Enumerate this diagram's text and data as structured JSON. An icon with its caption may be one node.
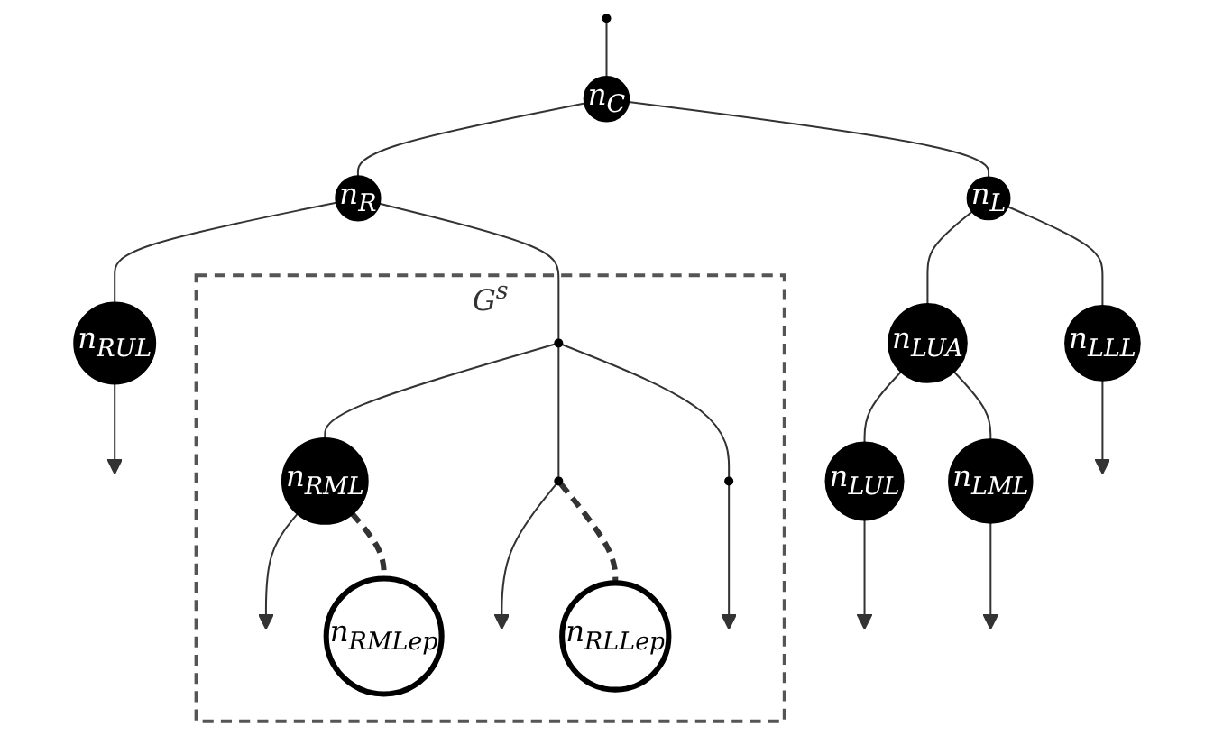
{
  "diagram": {
    "nodes": [
      {
        "text": [
          "G$^{s}$"
        ]
      },
      {
        "text": [],
        "shape": "circle"
      },
      {
        "text": [
          "n$_{RUL}$"
        ]
      },
      {
        "text": [
          "n$_{C}$"
        ]
      },
      {
        "text": [
          "n$_{LUL}$"
        ]
      },
      {
        "text": [
          "n$_{LUA}$"
        ]
      },
      {
        "text": [
          "n$_{R}$"
        ]
      },
      {
        "text": [
          "n$_{L}$"
        ]
      },
      {
        "text": [
          "n$_{LML}$"
        ]
      },
      {
        "text": [
          "n$_{RML}$"
        ],
        "in": 0
      },
      {
        "text": [
          "n$_{RMLep}$"
        ],
        "in": 0
      },
      {
        "text": [],
        "shape": "circle",
        "in": 0
      },
      {
        "text": [
          "n$_{LLL}$"
        ]
      },
      {
        "text": [],
        "shape": "circle",
        "in": 0
      },
      {
        "text": [],
        "shape": "circle",
        "in": 0
      },
      {
        "text": [
          "n$_{RLLep}$"
        ],
        "in": 0
      }
    ],
    "edges": [
      {
        "from": 1,
        "to": 3,
        "arrow": "none"
      },
      {
        "from": 3,
        "to": 6,
        "arrow": "none"
      },
      {
        "from": 3,
        "to": 7,
        "arrow": "none"
      },
      {
        "from": 6,
        "to": 2,
        "arrow": "none"
      },
      {
        "from": 2,
        "to": null,
        "arrow": "to"
      },
      {
        "from": 7,
        "to": 5,
        "arrow": "none"
      },
      {
        "from": 5,
        "to": 4,
        "arrow": "none"
      },
      {
        "from": 4,
        "to": null,
        "arrow": "to"
      },
      {
        "from": 5,
        "to": 8,
        "arrow": "none"
      },
      {
        "from": 8,
        "to": null,
        "arrow": "to"
      },
      {
        "from": 7,
        "to": 12,
        "arrow": "none"
      },
      {
        "from": 12,
        "to": null,
        "arrow": "to"
      },
      {
        "from": 6,
        "to": 11,
        "arrow": "none"
      },
      {
        "from": 11,
        "to": 9,
        "arrow": "none"
      },
      {
        "from": 9,
        "to": null,
        "arrow": "to"
      },
      {
        "from": 9,
        "to": 10,
        "arrow": "none",
        "style": "dashed"
      },
      {
        "from": 11,
        "to": 13,
        "arrow": "none"
      },
      {
        "from": 13,
        "to": null,
        "arrow": "to"
      },
      {
        "from": 13,
        "to": 15,
        "arrow": "none",
        "style": "dashed"
      },
      {
        "from": 11,
        "to": 14,
        "arrow": "none"
      },
      {
        "from": 14,
        "to": null,
        "arrow": "to"
      }
    ]
  }
}
